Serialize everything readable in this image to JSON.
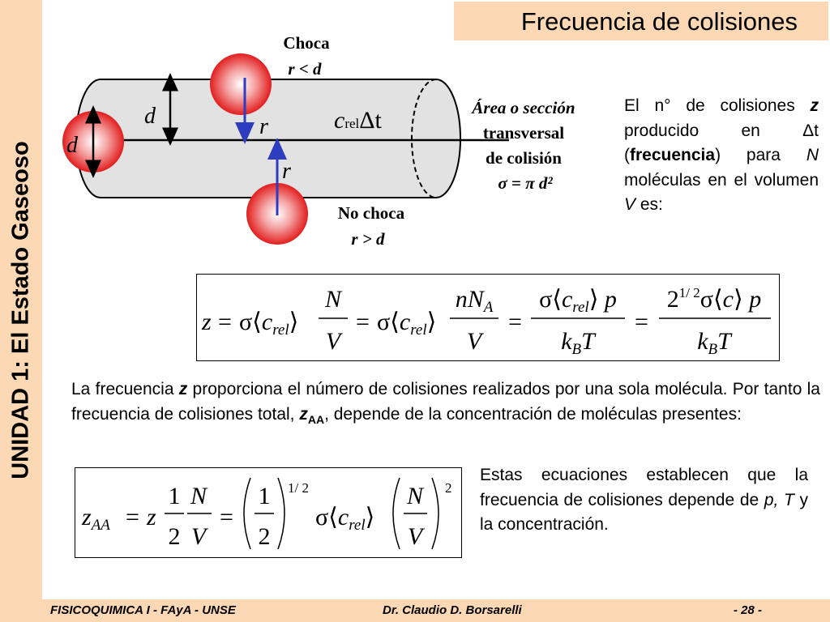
{
  "header": {
    "title": "Frecuencia de colisiones"
  },
  "sidebar": {
    "unit_title": "UNIDAD 1: El Estado Gaseoso"
  },
  "diagram": {
    "hit_line1": "Choca",
    "hit_line2": "r < d",
    "miss_line1": "No choca",
    "miss_line2": "r > d",
    "area_line1": "Área o sección",
    "area_line2": "transversal",
    "area_line3": "de colisión",
    "area_formula": "σ = π d²",
    "label_d": "d",
    "label_r": "r",
    "label_c": "c",
    "label_rel": "rel",
    "label_dt": "Δt"
  },
  "text": {
    "p1_a": "El n° de colisiones ",
    "p1_z": "z",
    "p1_b": " producido en Δt (",
    "p1_freq": "frecuencia",
    "p1_c": ") para ",
    "p1_N": "N",
    "p1_d": " moléculas en el volumen ",
    "p1_V": "V",
    "p1_e": " es:",
    "p2_a": "La frecuencia ",
    "p2_z": "z",
    "p2_b": " proporciona el número de colisiones realizados por una sola molécula. Por tanto la frecuencia de colisiones total, ",
    "p2_zaa": "z",
    "p2_aa": "AA",
    "p2_c": ", depende de la concentración de moléculas presentes:",
    "p3_a": "Estas ecuaciones establecen que la frecuencia de colisiones depende de ",
    "p3_p": "p,",
    "p3_b": " ",
    "p3_T": "T",
    "p3_c": " y la concentración."
  },
  "footer": {
    "course": "FISICOQUIMICA I - FAyA - UNSE",
    "author": "Dr. Claudio D. Borsarelli",
    "page": "- 28 -"
  }
}
